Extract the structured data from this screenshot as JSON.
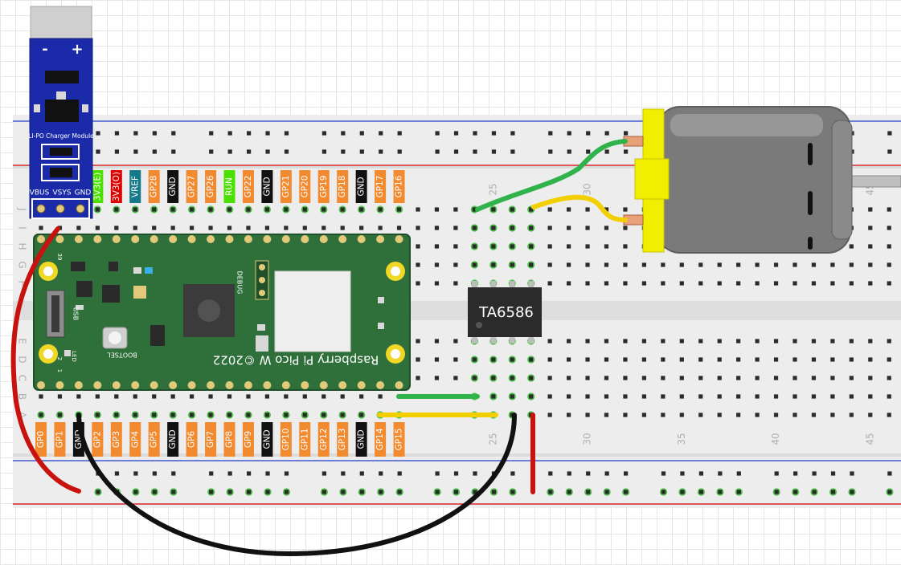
{
  "charger": {
    "title": "LI-PO Charger Module",
    "minus": "-",
    "plus": "+",
    "pins": [
      "VBUS",
      "VSYS",
      "GND"
    ]
  },
  "pico": {
    "name": "Raspberry Pi Pico W ©2022",
    "usb": "USB",
    "debug": "DEBUG",
    "bootsel": "BOOTSEL",
    "led": "LED",
    "pin1": "1",
    "pin2": "2",
    "pin39": "39",
    "top_pins": [
      "3V3(E)",
      "3V3(O)",
      "VREF",
      "GP28",
      "GND",
      "GP27",
      "GP26",
      "RUN",
      "GP22",
      "GND",
      "GP21",
      "GP20",
      "GP19",
      "GP18",
      "GND",
      "GP17",
      "GP16"
    ],
    "bottom_pins": [
      "GP0",
      "GP1",
      "GND",
      "GP2",
      "GP3",
      "GP4",
      "GP5",
      "GND",
      "GP6",
      "GP7",
      "GP8",
      "GP9",
      "GND",
      "GP10",
      "GP11",
      "GP12",
      "GP13",
      "GND",
      "GP14",
      "GP15"
    ]
  },
  "chip": {
    "label": "TA6586"
  },
  "breadboard": {
    "row_letters": [
      "J",
      "I",
      "H",
      "G",
      "F",
      "E",
      "D",
      "C",
      "B",
      "A"
    ],
    "col_numbers": [
      "25",
      "30",
      "35",
      "40",
      "45"
    ]
  },
  "colors": {
    "board": "#ededed",
    "rail_red": "#d40000",
    "rail_blue": "#1f3cc8",
    "hole_green": "#4fc14a",
    "pico_green": "#2e6f3a",
    "chip_body": "#2b2b2b",
    "motor_body": "#7a7a7a",
    "motor_cap": "#f2ee00",
    "wire_red": "#c8120e",
    "wire_black": "#111111",
    "wire_green": "#2fb34a",
    "wire_yellow": "#f2cf00",
    "charger_blue": "#1a2aa8",
    "pin_orange": "#f28a30",
    "pin_black": "#111111",
    "pin_red": "#e00000",
    "pin_teal": "#147a8a",
    "pin_lime": "#4be000"
  }
}
